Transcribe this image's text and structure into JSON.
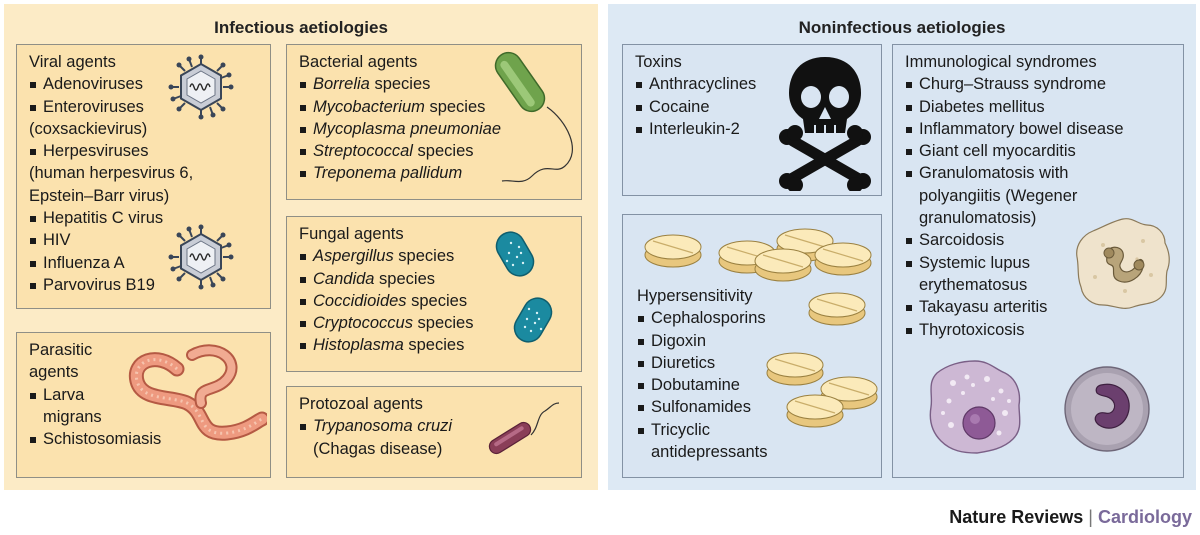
{
  "infectious": {
    "title": "Infectious aetiologies",
    "viral": {
      "title": "Viral agents",
      "items": [
        "Adenoviruses",
        "Enteroviruses",
        "(coxsackievirus)",
        "Herpesviruses",
        "(human herpesvirus 6,",
        "Epstein–Barr virus)",
        "Hepatitis C virus",
        "HIV",
        "Influenza A",
        "Parvovirus B19"
      ]
    },
    "bacterial": {
      "title": "Bacterial agents",
      "items": [
        {
          "name": "Borrelia",
          "suffix": " species"
        },
        {
          "name": "Mycobacterium",
          "suffix": " species"
        },
        {
          "name": "Mycoplasma pneumoniae",
          "suffix": ""
        },
        {
          "name": "Streptococcal",
          "suffix": " species"
        },
        {
          "name": "Treponema pallidum",
          "suffix": ""
        }
      ]
    },
    "fungal": {
      "title": "Fungal agents",
      "items": [
        {
          "name": "Aspergillus",
          "suffix": " species"
        },
        {
          "name": "Candida",
          "suffix": " species"
        },
        {
          "name": "Coccidioides",
          "suffix": " species"
        },
        {
          "name": "Cryptococcus",
          "suffix": " species"
        },
        {
          "name": "Histoplasma",
          "suffix": " species"
        }
      ]
    },
    "parasitic": {
      "title_line1": "Parasitic",
      "title_line2": "agents",
      "items": [
        "Larva",
        "migrans",
        "Schistosomiasis"
      ]
    },
    "protozoal": {
      "title": "Protozoal agents",
      "items": [
        "Trypanosoma cruzi",
        "(Chagas disease)"
      ]
    }
  },
  "noninfectious": {
    "title": "Noninfectious aetiologies",
    "toxins": {
      "title": "Toxins",
      "items": [
        "Anthracyclines",
        "Cocaine",
        "Interleukin-2"
      ]
    },
    "hypersensitivity": {
      "title": "Hypersensitivity",
      "items": [
        "Cephalosporins",
        "Digoxin",
        "Diuretics",
        "Dobutamine",
        "Sulfonamides",
        "Tricyclic",
        "antidepressants"
      ]
    },
    "immunological": {
      "title": "Immunological syndromes",
      "items": [
        "Churg–Strauss syndrome",
        "Diabetes mellitus",
        "Inflammatory bowel disease",
        "Giant cell myocarditis",
        "Granulomatosis with",
        "polyangiitis (Wegener",
        "granulomatosis)",
        "Sarcoidosis",
        "Systemic lupus",
        "erythematosus",
        "Takayasu arteritis",
        "Thyrotoxicosis"
      ]
    }
  },
  "footer": {
    "brand": "Nature Reviews",
    "separator": "|",
    "journal": "Cardiology"
  },
  "colors": {
    "infectious_bg": "#fcebc6",
    "infectious_box": "#fbe2ae",
    "noninfectious_bg": "#dde9f4",
    "noninfectious_box": "#d9e5f2",
    "journal": "#7a6a9a"
  },
  "icons": [
    "virus-icon",
    "bacterium-icon",
    "fungal-spore-icon",
    "worm-icon",
    "protozoan-icon",
    "skull-crossbones-icon",
    "pill-icon",
    "granulocyte-icon",
    "monocyte-icon",
    "eosinophil-icon"
  ]
}
